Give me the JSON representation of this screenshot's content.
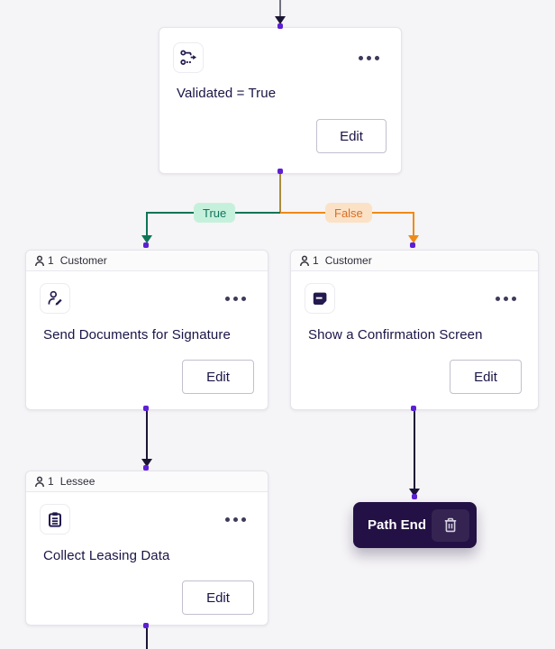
{
  "decision_node": {
    "title": "Validated = True",
    "edit_label": "Edit",
    "type_icon": "branch-icon",
    "menu_icon": "ellipsis-icon"
  },
  "branch_labels": {
    "true": "True",
    "false": "False"
  },
  "send_documents_node": {
    "assignee_count": "1",
    "assignee_role": "Customer",
    "title": "Send Documents for Signature",
    "edit_label": "Edit",
    "type_icon": "signature-icon"
  },
  "confirmation_node": {
    "assignee_count": "1",
    "assignee_role": "Customer",
    "title": "Show a Confirmation Screen",
    "edit_label": "Edit",
    "type_icon": "screen-icon"
  },
  "collect_leasing_node": {
    "assignee_count": "1",
    "assignee_role": "Lessee",
    "title": "Collect Leasing Data",
    "edit_label": "Edit",
    "type_icon": "clipboard-icon"
  },
  "path_end_node": {
    "label": "Path End",
    "delete_icon": "trash-icon"
  },
  "colors": {
    "canvas_bg": "#f5f4f6",
    "port_purple": "#5c1fd4",
    "true_line": "#0e7556",
    "true_pill_bg": "#c5f1dc",
    "false_line": "#ef8a18",
    "false_pill_bg": "#fbe2c6",
    "merged_line_olive": "#a78c3e",
    "connector_dark": "#1b1535",
    "connector_gray": "#72717e",
    "path_end_bg": "#231044",
    "text_navy": "#1a1446"
  }
}
